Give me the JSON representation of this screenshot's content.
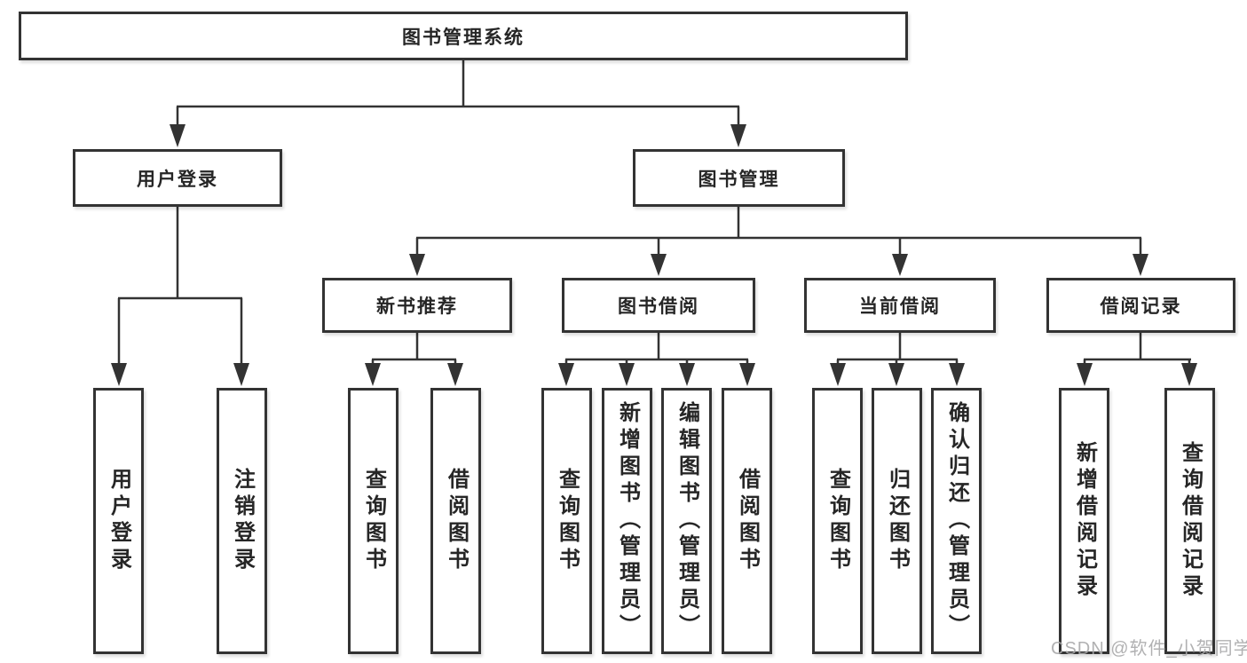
{
  "tree": {
    "root": "图书管理系统",
    "branches": [
      {
        "label": "用户登录",
        "children": [
          "用户登录",
          "注销登录"
        ]
      },
      {
        "label": "图书管理",
        "groups": [
          {
            "label": "新书推荐",
            "children": [
              "查询图书",
              "借阅图书"
            ]
          },
          {
            "label": "图书借阅",
            "children": [
              "查询图书",
              "新增图书（管理员）",
              "编辑图书（管理员）",
              "借阅图书"
            ]
          },
          {
            "label": "当前借阅",
            "children": [
              "查询图书",
              "归还图书",
              "确认归还（管理员）"
            ]
          },
          {
            "label": "借阅记录",
            "children": [
              "新增借阅记录",
              "查询借阅记录"
            ]
          }
        ]
      }
    ]
  },
  "watermark": "CSDN @软件_小贺同学",
  "colors": {
    "line": "#333333",
    "box_border": "#333333",
    "box_background": "#ffffff",
    "text": "#262626",
    "watermark": "#a8a8aa"
  }
}
